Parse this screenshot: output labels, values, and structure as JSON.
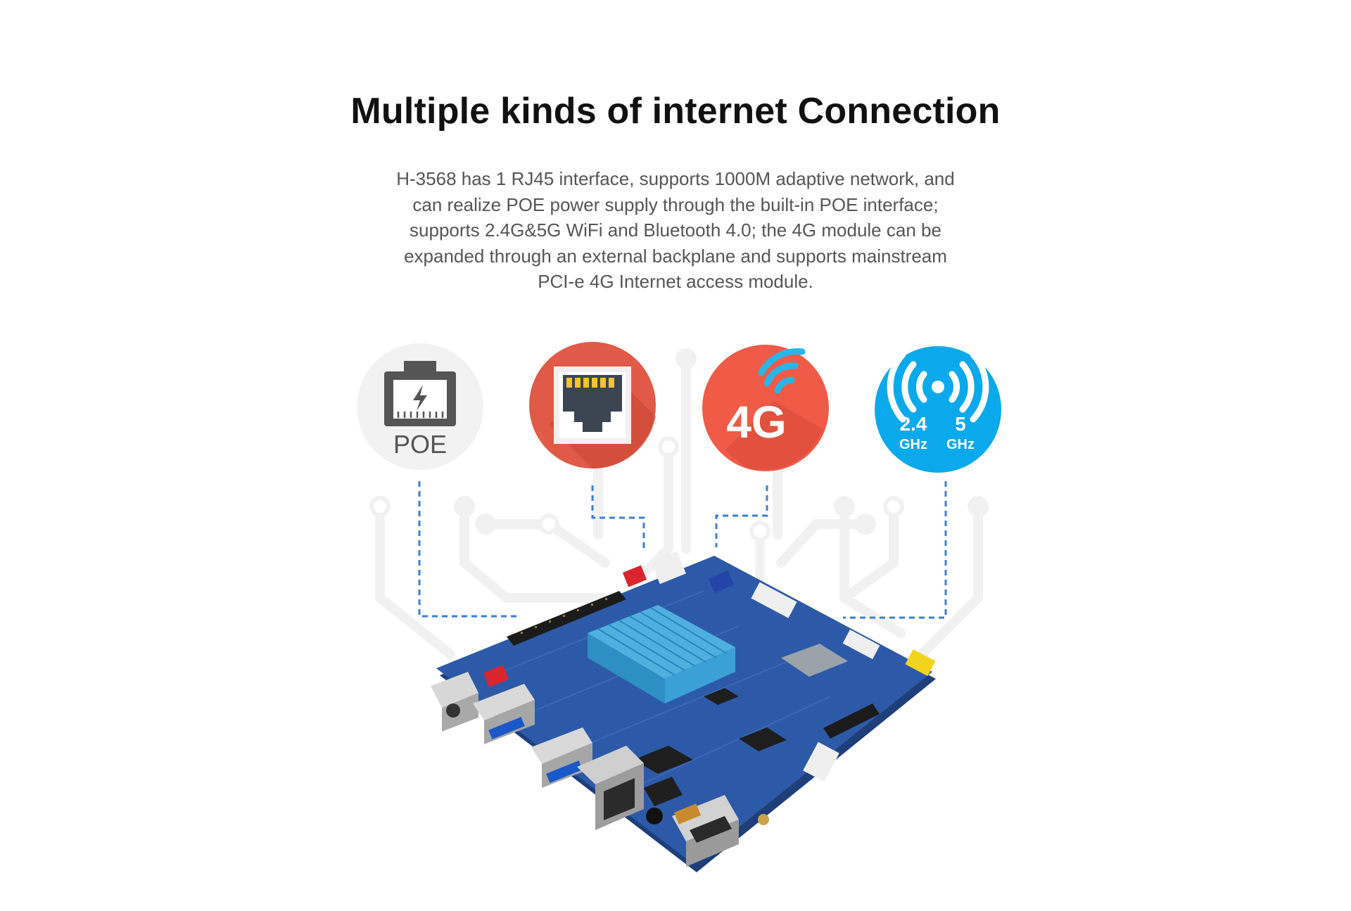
{
  "heading": "Multiple kinds of internet Connection",
  "description": [
    "H-3568 has 1 RJ45 interface, supports 1000M adaptive network, and",
    "can realize POE power supply through the built-in POE interface;",
    "supports 2.4G&5G WiFi and Bluetooth 4.0; the 4G module can be",
    "expanded through an external backplane and supports mainstream",
    "PCI-e 4G Internet access module."
  ],
  "icons": {
    "poe": {
      "label": "POE",
      "bg": "#f2f2f2",
      "color": "#555555"
    },
    "rj45": {
      "bg": "#e05a47"
    },
    "lte": {
      "label": "4G",
      "bg": "#ef5b47"
    },
    "wifi": {
      "band1": "2.4",
      "band2": "5",
      "unit1": "GHz",
      "unit2": "GHz",
      "bg": "#0aa9ec"
    }
  },
  "colors": {
    "connector_dash": "#3a7fd4",
    "circuit_bg": "#f2f2f2",
    "board": "#2d5aa8",
    "heatsink": "#4fb0e0"
  }
}
